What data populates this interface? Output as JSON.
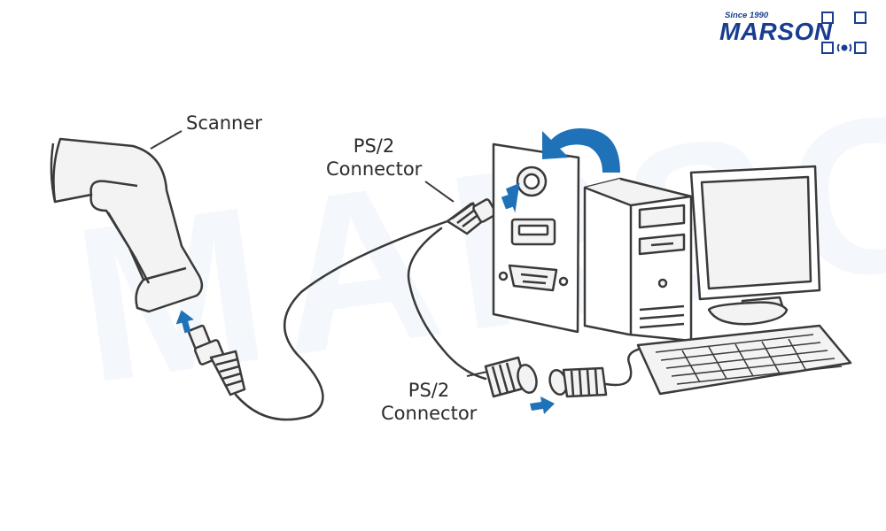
{
  "brand": {
    "name": "MARSON",
    "tagline": "Since 1990",
    "watermark": "MARSON",
    "accent_color": "#1a3d8f"
  },
  "labels": {
    "scanner": "Scanner",
    "ps2_top_line1": "PS/2",
    "ps2_top_line2": "Connector",
    "ps2_bottom_line1": "PS/2",
    "ps2_bottom_line2": "Connector"
  },
  "colors": {
    "line": "#3a3a3a",
    "arrow": "#1f72b8",
    "fill_light": "#f3f3f3"
  }
}
